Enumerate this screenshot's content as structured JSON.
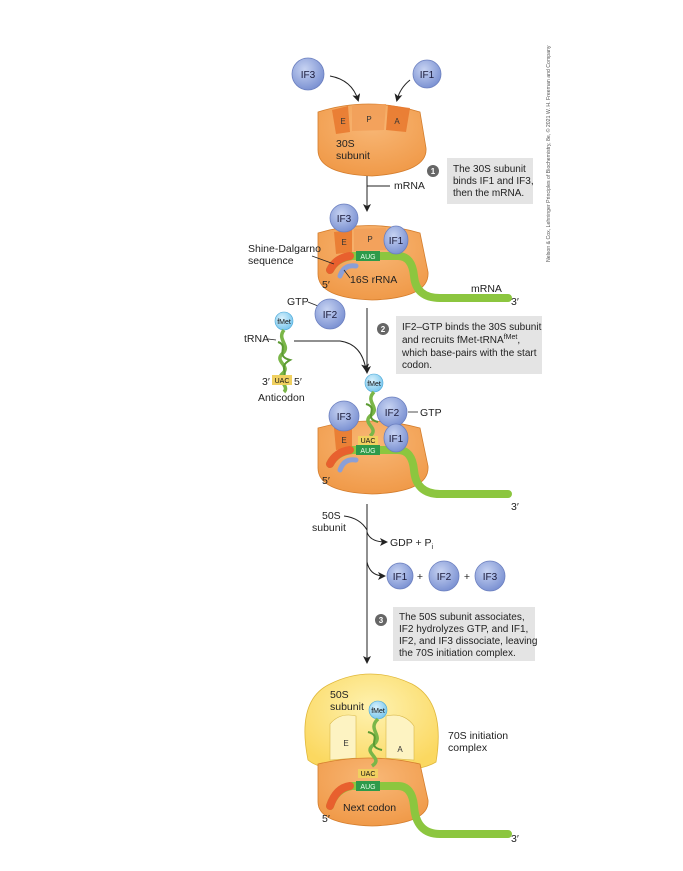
{
  "credit": "Nelson & Cox, Lehninger Principles of Biochemistry, 8e, © 2021 W. H. Freeman and Company",
  "colors": {
    "subunit30S": "#f5a55a",
    "subunit30S_dark": "#e8782e",
    "subunit50S": "#fde27a",
    "factor": "#9aaee0",
    "mrna": "#8cc63f",
    "aug": "#2e9a4a",
    "rrna": "#8b9fd6",
    "trna": "#7ab648",
    "fmet": "#9fd8f5",
    "note_bg": "#e4e4e4",
    "step_circle": "#666666"
  },
  "factors": {
    "if1": "IF1",
    "if2": "IF2",
    "if3": "IF3"
  },
  "sites": {
    "e": "E",
    "p": "P",
    "a": "A"
  },
  "codons": {
    "aug": "AUG",
    "uac": "UAC"
  },
  "labels": {
    "subunit30": [
      "30S",
      "subunit"
    ],
    "mrna": "mRNA",
    "shine_dalgarno": [
      "Shine-Dalgarno",
      "sequence"
    ],
    "rrna16s": "16S rRNA",
    "five_prime": "5′",
    "three_prime": "3′",
    "gtp": "GTP",
    "trna": "tRNA",
    "fmet": "fMet",
    "anticodon": "Anticodon",
    "subunit50_left": [
      "50S",
      "subunit"
    ],
    "gdp": "GDP + P",
    "gdp_sub": "i",
    "plus": "+",
    "subunit50_top": [
      "50S",
      "subunit"
    ],
    "complex70": [
      "70S initiation",
      "complex"
    ],
    "next_codon": "Next codon"
  },
  "steps": [
    {
      "num": "1",
      "lines": [
        "The 30S subunit",
        "binds IF1 and IF3,",
        "then the mRNA."
      ]
    },
    {
      "num": "2",
      "lines": [
        "IF2–GTP binds the 30S subunit",
        "and recruits fMet-tRNA",
        "which base-pairs with the start",
        "codon."
      ],
      "superscript": "fMet"
    },
    {
      "num": "3",
      "lines": [
        "The 50S subunit associates,",
        "IF2 hydrolyzes GTP, and IF1,",
        "IF2, and IF3 dissociate, leaving",
        "the 70S initiation complex."
      ]
    }
  ]
}
